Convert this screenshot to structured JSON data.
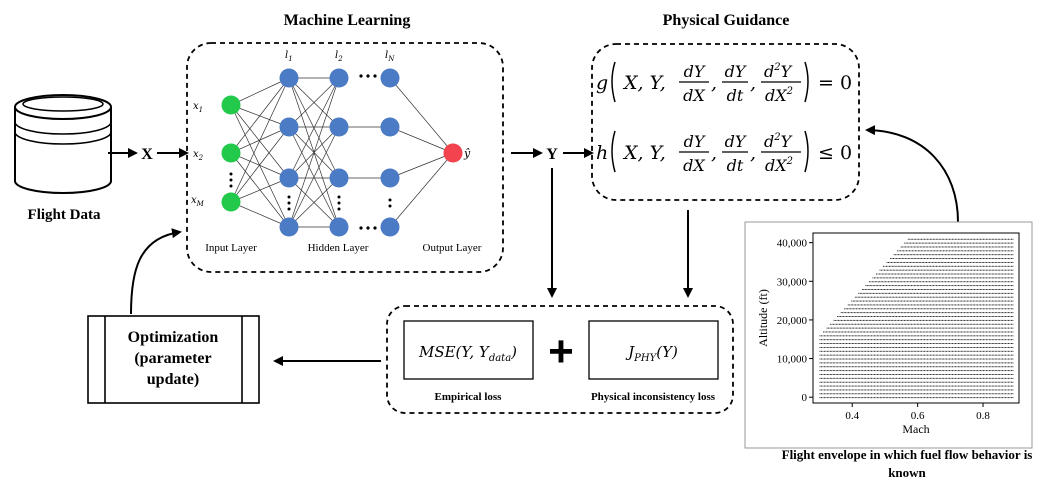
{
  "titles": {
    "ml": "Machine Learning",
    "physical": "Physical Guidance"
  },
  "flight_data": {
    "label": "Flight Data"
  },
  "arrow_labels": {
    "x": "X",
    "y": "Y"
  },
  "network": {
    "input_labels": [
      "x",
      "x",
      "x"
    ],
    "input_subs": [
      "1",
      "2",
      "M"
    ],
    "layer_labels": [
      "l",
      "l",
      "l"
    ],
    "layer_subs": [
      "1",
      "2",
      "N"
    ],
    "output_label": "ŷ",
    "layer_captions": [
      "Input Layer",
      "Hidden Layer",
      "Output Layer"
    ]
  },
  "equations": {
    "eq1_fn": "g",
    "eq1_rel": "= 0",
    "eq2_fn": "h",
    "eq2_rel": "≤ 0",
    "args": "X, Y,",
    "frac1_num": "dY",
    "frac1_den": "dX",
    "frac2_num": "dY",
    "frac2_den": "dt",
    "frac3_num": "d",
    "frac3_num_sup": "2",
    "frac3_num_tail": "Y",
    "frac3_den": "dX",
    "frac3_den_sup": "2"
  },
  "loss": {
    "mse_text": "MSE(Y, Y",
    "mse_sub": "data",
    "mse_close": ")",
    "plus": "+",
    "jphy_text": "J",
    "jphy_sub": "PHY",
    "jphy_arg": "(Y)",
    "empirical_label": "Empirical loss",
    "physical_label": "Physical inconsistency loss"
  },
  "optimization": {
    "line1": "Optimization",
    "line2": "(parameter",
    "line3": "update)"
  },
  "envelope": {
    "caption_line1": "Flight envelope in which fuel flow behavior is",
    "caption_line2": "known"
  },
  "chart_data": {
    "type": "scatter",
    "title": "",
    "xlabel": "Mach",
    "ylabel": "Altitude (ft)",
    "xlim": [
      0.28,
      0.91
    ],
    "ylim": [
      -1500,
      42500
    ],
    "xticks": [
      0.4,
      0.6,
      0.8
    ],
    "xtick_labels": [
      "0.4",
      "0.6",
      "0.8"
    ],
    "yticks": [
      0,
      10000,
      20000,
      30000,
      40000
    ],
    "ytick_labels": [
      "0",
      "10,000",
      "20,000",
      "30,000",
      "40,000"
    ],
    "grid": false,
    "legend": "none",
    "point_color": "#000000",
    "envelope": {
      "altitude_step": 1000,
      "altitude_min": 0,
      "altitude_max": 41000,
      "mach_max": 0.89,
      "mach_min_at_altitude": [
        [
          0,
          0.3
        ],
        [
          16000,
          0.3
        ],
        [
          41000,
          0.57
        ]
      ]
    }
  },
  "colors": {
    "input_node": "#22c94a",
    "hidden_node": "#4a7bc4",
    "output_node": "#f2434e",
    "line": "#000000"
  }
}
